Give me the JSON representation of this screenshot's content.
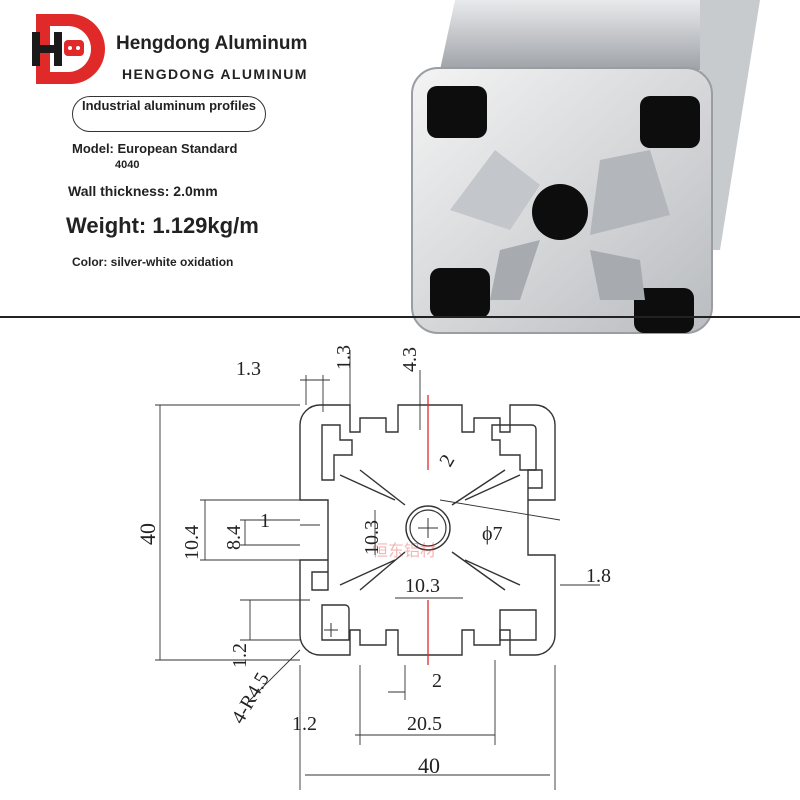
{
  "brand": {
    "logo_text": "HD",
    "name": "Hengdong Aluminum",
    "name_caps": "HENGDONG ALUMINUM",
    "accent_color": "#e02a2a"
  },
  "product": {
    "title": "Industrial aluminum profiles",
    "model": "Model: European Standard",
    "model_value": "4040",
    "wall_thickness": "Wall thickness: 2.0mm",
    "weight": "Weight: 1.129kg/m",
    "color": "Color: silver-white oxidation"
  },
  "drawing": {
    "dims": {
      "d_1_3_h": "1.3",
      "d_1_3_v": "1.3",
      "d_4_3": "4.3",
      "d_2_slot": "2",
      "d_40_v": "40",
      "d_10_4": "10.4",
      "d_8_4": "8.4",
      "d_1": "1",
      "d_10_3_v": "10.3",
      "d_phi7": "ϕ7",
      "d_10_3_h": "10.3",
      "d_1_8": "1.8",
      "d_1_2_v": "1.2",
      "d_r45": "4-R4.5",
      "d_2_bottom": "2",
      "d_1_2_h": "1.2",
      "d_20_5": "20.5",
      "d_40_h": "40"
    },
    "watermark": "恒东铝材"
  }
}
